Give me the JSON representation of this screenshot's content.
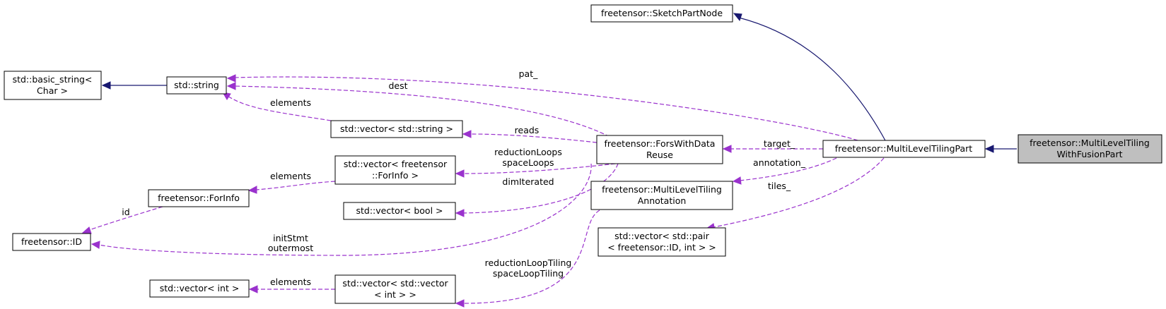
{
  "nodes": {
    "sketch_part_node": "freetensor::SketchPartNode",
    "basic_string": [
      "std::basic_string<",
      "Char >"
    ],
    "std_string": "std::string",
    "vector_string": "std::vector< std::string >",
    "fors_with_data_reuse": [
      "freetensor::ForsWithData",
      "Reuse"
    ],
    "multi_level_tiling_part": "freetensor::MultiLevelTilingPart",
    "mlt_with_fusion_part": [
      "freetensor::MultiLevelTiling",
      "WithFusionPart"
    ],
    "vector_forinfo": [
      "std::vector< freetensor",
      "::ForInfo >"
    ],
    "forinfo": "freetensor::ForInfo",
    "vector_bool": "std::vector< bool >",
    "id": "freetensor::ID",
    "mlt_annotation": [
      "freetensor::MultiLevelTiling",
      "Annotation"
    ],
    "vector_pair": [
      "std::vector< std::pair",
      "< freetensor::ID, int > >"
    ],
    "vector_int": "std::vector< int >",
    "vector_vector_int": [
      "std::vector< std::vector",
      "< int > >"
    ]
  },
  "edge_labels": {
    "pat": "pat_",
    "dest": "dest",
    "elements_string": "elements",
    "reads": "reads",
    "target": "target_",
    "reduction_space_loops": [
      "reductionLoops",
      "spaceLoops"
    ],
    "annotation": "annotation_",
    "elements_forinfo": "elements",
    "dim_iterated": "dimIterated",
    "tiles": "tiles_",
    "id": "id",
    "init_outermost": [
      "initStmt",
      "outermost"
    ],
    "loop_tiling": [
      "reductionLoopTiling",
      "spaceLoopTiling"
    ],
    "elements_int": "elements"
  },
  "colors": {
    "inheritance_edge": "#191970",
    "usage_edge": "#9a32cd",
    "highlight_fill": "#bfbfbf"
  }
}
